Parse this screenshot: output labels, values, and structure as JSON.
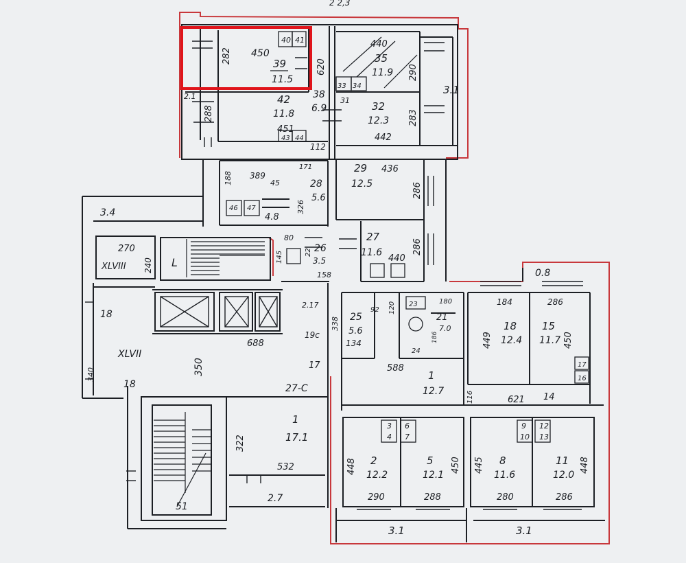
{
  "colors": {
    "paper": "#eef0f2",
    "ink": "#1c1f24",
    "red_outline": "#c8383c",
    "highlight": "#e0141b"
  },
  "top_scrap": "2 2,3",
  "labels": {
    "b450": "450",
    "b282": "282",
    "b39": "39",
    "b11_5": "11.5",
    "b620": "620",
    "t40": "40",
    "t41": "41",
    "t38": "38",
    "t6_9": "6.9",
    "t2_1": "2.1",
    "t42": "42",
    "t11_8": "11.8",
    "t288": "288",
    "t451": "451",
    "t43": "43",
    "t44": "44",
    "t112": "112",
    "t440": "440",
    "t35": "35",
    "t11_9": "11.9",
    "t290": "290",
    "t3_1a": "3.1",
    "t33": "33",
    "t34": "34",
    "t31": "31",
    "t32": "32",
    "t12_3": "12.3",
    "t283": "283",
    "t442": "442",
    "t389": "389",
    "t171": "171",
    "t188": "188",
    "t45": "45",
    "t46": "46",
    "t47": "47",
    "t4_8": "4.8",
    "t326": "326",
    "t28": "28",
    "t5_6a": "5.6",
    "t29": "29",
    "t436": "436",
    "t12_5": "12.5",
    "t286a": "286",
    "t3_4": "3.4",
    "t270": "270",
    "t240": "240",
    "txlviii": "XLVIII",
    "t80": "80",
    "t145": "145",
    "t22": "22",
    "t26": "26",
    "t3_5": "3.5",
    "t158": "158",
    "t27": "27",
    "t11_6a": "11.6",
    "t440b": "440",
    "t286b": "286",
    "t0_8": "0.8",
    "t184": "184",
    "t286c": "286",
    "t18a": "18",
    "t19c": "19c",
    "t688": "688",
    "t2_17": "2.17",
    "t338": "338",
    "t25": "25",
    "t5_6b": "5.6",
    "t92": "92",
    "t120": "120",
    "t134": "134",
    "t23": "23",
    "t180": "180",
    "t21": "21",
    "t7_0": "7.0",
    "t186": "186",
    "t24": "24",
    "t449": "449",
    "t18b": "18",
    "t12_4": "12.4",
    "t15": "15",
    "t11_7": "11.7",
    "t450c": "450",
    "t17": "17",
    "t16": "16",
    "txlvii": "XLVII",
    "t340": "340",
    "t350": "350",
    "t18c": "18",
    "t17b": "17",
    "t27c": "27-C",
    "t588": "588",
    "t1a": "1",
    "t12_7": "12.7",
    "t116": "116",
    "t621": "621",
    "t14": "14",
    "t322": "322",
    "t1b": "1",
    "t17_1": "17.1",
    "t532": "532",
    "t2_7": "2.7",
    "t51": "51",
    "t3": "3",
    "t4": "4",
    "t6": "6",
    "t7": "7",
    "t448a": "448",
    "t2": "2",
    "t12_2": "12.2",
    "t5": "5",
    "t12_1": "12.1",
    "t450d": "450",
    "t290b": "290",
    "t288b": "288",
    "t9": "9",
    "t12": "12",
    "t10": "10",
    "t13": "13",
    "t445": "445",
    "t8": "8",
    "t11_6b": "11.6",
    "t11": "11",
    "t120b": "12.0",
    "t448b": "448",
    "t280": "280",
    "t286d": "286",
    "t3_1b": "3.1",
    "t3_1c": "3.1"
  }
}
